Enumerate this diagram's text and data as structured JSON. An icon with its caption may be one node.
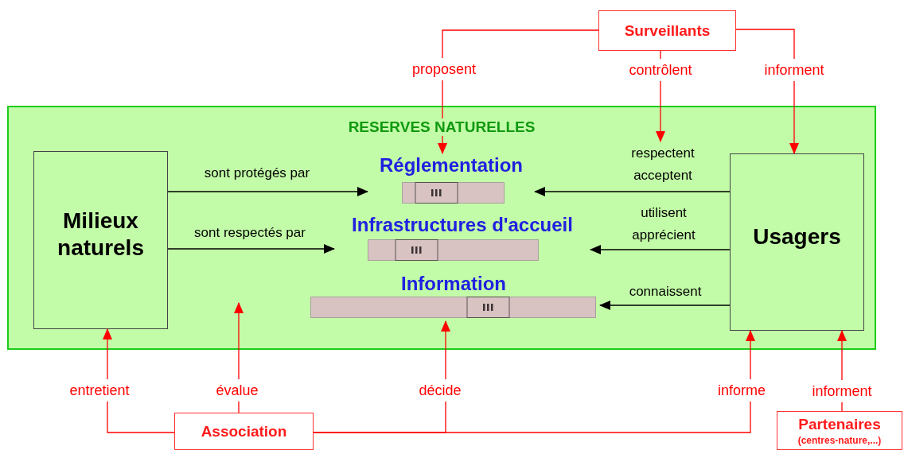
{
  "diagram": {
    "nodes": [
      {
        "text": [
          "RESERVES NATURELLES"
        ]
      },
      {
        "text": [
          "Milieux naturels"
        ],
        "in": 0
      },
      {
        "text": [
          "Réglementation"
        ],
        "in": 0
      },
      {
        "text": [
          "Infrastructures d'accueil"
        ],
        "in": 0
      },
      {
        "text": [
          "Information"
        ],
        "in": 0
      },
      {
        "text": [
          "Usagers"
        ],
        "in": 0
      },
      {
        "text": [
          "Surveillants"
        ]
      },
      {
        "text": [
          "Association"
        ]
      },
      {
        "text": [
          "Partenaires",
          "(centres-nature,...)"
        ]
      }
    ],
    "edges": [
      {
        "from": 1,
        "to": 2,
        "arrow": "to",
        "label": "sont protégés par",
        "color": "#000000"
      },
      {
        "from": 1,
        "to": 3,
        "arrow": "to",
        "label": "sont respectés par",
        "color": "#000000"
      },
      {
        "from": 5,
        "to": 2,
        "arrow": "to",
        "label": "respectent acceptent",
        "color": "#000000"
      },
      {
        "from": 5,
        "to": 3,
        "arrow": "to",
        "label": "utilisent apprécient",
        "color": "#000000"
      },
      {
        "from": 5,
        "to": 4,
        "arrow": "to",
        "label": "connaissent",
        "color": "#000000"
      },
      {
        "from": 6,
        "to": 2,
        "arrow": "to",
        "label": "proposent"
      },
      {
        "from": 6,
        "to": null,
        "arrow": "to",
        "label": "contrôlent"
      },
      {
        "from": 6,
        "to": 5,
        "arrow": "to",
        "label": "informent"
      },
      {
        "from": 7,
        "to": 1,
        "arrow": "to",
        "label": "entretient"
      },
      {
        "from": 7,
        "to": null,
        "arrow": "to",
        "label": "évalue"
      },
      {
        "from": 7,
        "to": 4,
        "arrow": "to",
        "label": "décide"
      },
      {
        "from": 7,
        "to": 5,
        "arrow": "to",
        "label": "informe"
      },
      {
        "from": 8,
        "to": 5,
        "arrow": "to",
        "label": "informent"
      }
    ]
  }
}
